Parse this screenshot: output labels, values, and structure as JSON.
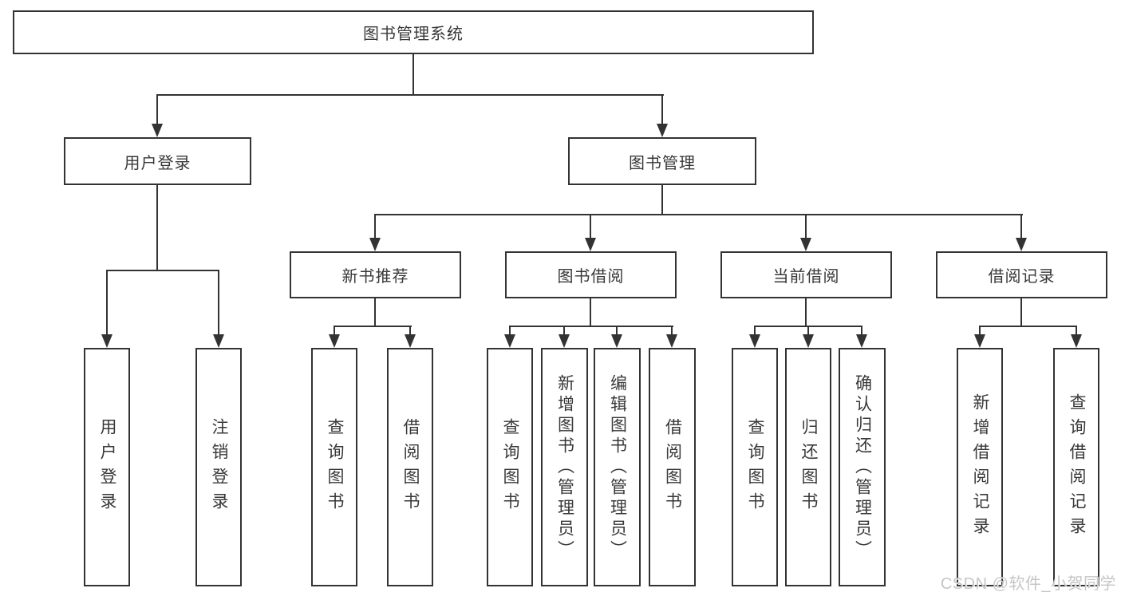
{
  "tree": {
    "root": {
      "label": "图书管理系统",
      "children": [
        {
          "label": "用户登录",
          "children": [
            {
              "label": "用户登录"
            },
            {
              "label": "注销登录"
            }
          ]
        },
        {
          "label": "图书管理",
          "children": [
            {
              "label": "新书推荐",
              "children": [
                {
                  "label": "查询图书"
                },
                {
                  "label": "借阅图书"
                }
              ]
            },
            {
              "label": "图书借阅",
              "children": [
                {
                  "label": "查询图书"
                },
                {
                  "label": "新增图书（管理员）"
                },
                {
                  "label": "编辑图书（管理员）"
                },
                {
                  "label": "借阅图书"
                }
              ]
            },
            {
              "label": "当前借阅",
              "children": [
                {
                  "label": "查询图书"
                },
                {
                  "label": "归还图书"
                },
                {
                  "label": "确认归还（管理员）"
                }
              ]
            },
            {
              "label": "借阅记录",
              "children": [
                {
                  "label": "新增借阅记录"
                },
                {
                  "label": "查询借阅记录"
                }
              ]
            }
          ]
        }
      ]
    }
  },
  "watermark": {
    "text": "CSDN @软件_小贺同学"
  },
  "colors": {
    "line": "#333333",
    "text": "#383838",
    "background": "#ffffff",
    "watermark": "#c6c6c6"
  }
}
